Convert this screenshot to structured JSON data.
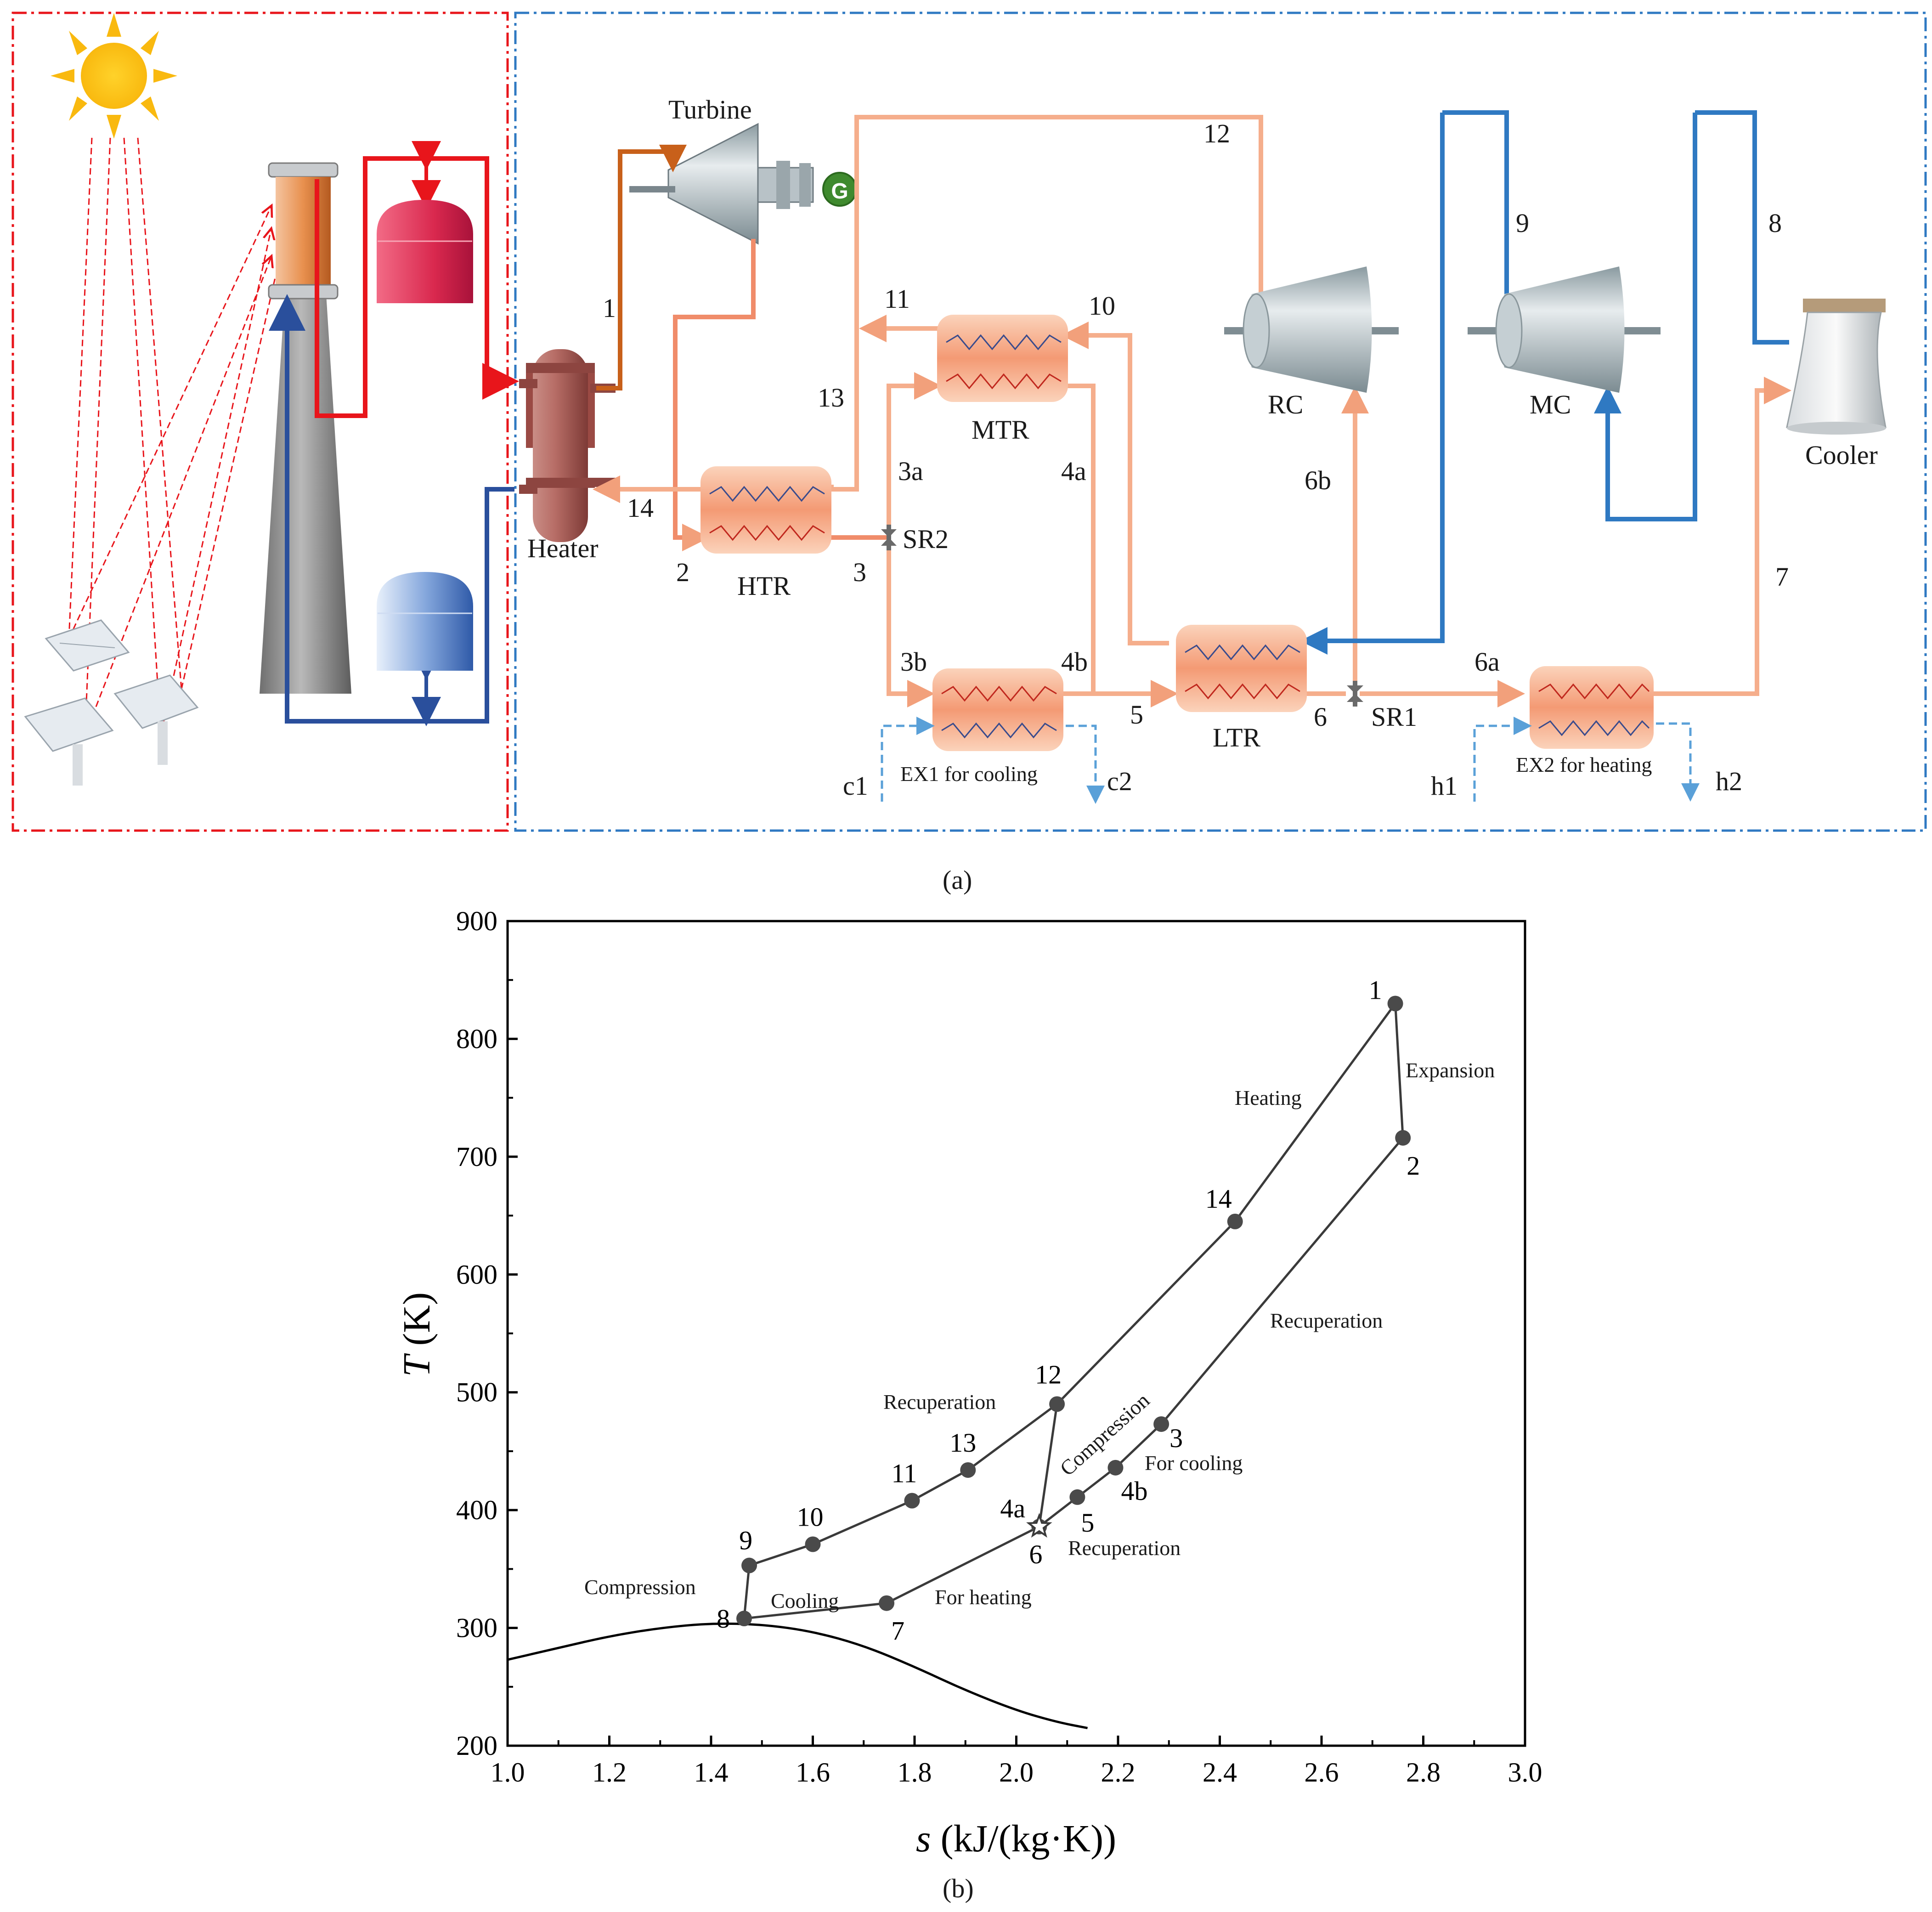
{
  "panel_a": {
    "caption": "(a)",
    "labels": {
      "turbine": "Turbine",
      "generator": "G",
      "heater": "Heater",
      "htr": "HTR",
      "mtr": "MTR",
      "ltr": "LTR",
      "rc": "RC",
      "mc": "MC",
      "cooler": "Cooler",
      "ex1": "EX1  for cooling",
      "ex2": "EX2  for heating",
      "sr1": "SR1",
      "sr2": "SR2"
    },
    "state_points": {
      "s1": "1",
      "s2": "2",
      "s3": "3",
      "s3a": "3a",
      "s3b": "3b",
      "s4a": "4a",
      "s4b": "4b",
      "s5": "5",
      "s6": "6",
      "s6a": "6a",
      "s6b": "6b",
      "s7": "7",
      "s8": "8",
      "s9": "9",
      "s10": "10",
      "s11": "11",
      "s12": "12",
      "s13": "13",
      "s14": "14",
      "c1": "c1",
      "c2": "c2",
      "h1": "h1",
      "h2": "h2"
    },
    "colors": {
      "solar_loop": "#e8151b",
      "cold_loop": "#2a4f9c",
      "hot_co2": "#f5ae8c",
      "turbine_inlet": "#c8601a",
      "cold_co2": "#2f79c2",
      "sun": "#f9b90f"
    }
  },
  "panel_b": {
    "caption": "(b)",
    "chart_data": {
      "type": "line",
      "xlabel_italic": "s",
      "xlabel_rest": " (kJ/(kg·K))",
      "ylabel_italic": "T",
      "ylabel_rest": " (K)",
      "xlim": [
        1.0,
        3.0
      ],
      "ylim": [
        200,
        900
      ],
      "xticks": [
        "1.0",
        "1.2",
        "1.4",
        "1.6",
        "1.8",
        "2.0",
        "2.2",
        "2.4",
        "2.6",
        "2.8",
        "3.0"
      ],
      "yticks": [
        "200",
        "300",
        "400",
        "500",
        "600",
        "700",
        "800",
        "900"
      ],
      "points": [
        {
          "name": "1",
          "x": 2.745,
          "y": 830
        },
        {
          "name": "2",
          "x": 2.76,
          "y": 716
        },
        {
          "name": "3",
          "x": 2.285,
          "y": 473
        },
        {
          "name": "4b",
          "x": 2.195,
          "y": 436
        },
        {
          "name": "5",
          "x": 2.12,
          "y": 411
        },
        {
          "name": "6",
          "x": 2.045,
          "y": 386
        },
        {
          "name": "7",
          "x": 1.745,
          "y": 321
        },
        {
          "name": "8",
          "x": 1.465,
          "y": 308
        },
        {
          "name": "9",
          "x": 1.475,
          "y": 353
        },
        {
          "name": "10",
          "x": 1.6,
          "y": 371
        },
        {
          "name": "11",
          "x": 1.795,
          "y": 408
        },
        {
          "name": "13",
          "x": 1.905,
          "y": 434
        },
        {
          "name": "12",
          "x": 2.08,
          "y": 490
        },
        {
          "name": "14",
          "x": 2.43,
          "y": 645
        }
      ],
      "point_4a": {
        "name": "4a",
        "x": 2.045,
        "y": 386
      },
      "saturation_dome": [
        [
          1.0,
          273
        ],
        [
          1.1,
          283
        ],
        [
          1.2,
          293
        ],
        [
          1.3,
          300
        ],
        [
          1.4,
          304
        ],
        [
          1.5,
          303
        ],
        [
          1.6,
          297
        ],
        [
          1.7,
          285
        ],
        [
          1.8,
          267
        ],
        [
          1.9,
          247
        ],
        [
          2.0,
          230
        ],
        [
          2.08,
          220
        ],
        [
          2.14,
          215
        ]
      ],
      "annotations": {
        "expansion": "Expansion",
        "heating": "Heating",
        "recuperation_hot": "Recuperation",
        "recuperation_cold": "Recuperation",
        "recuperation_low": "Recuperation",
        "compression_rc": "Compression",
        "compression_mc": "Compression",
        "for_cooling": "For cooling",
        "for_heating": "For heating",
        "cooling": "Cooling"
      }
    }
  }
}
